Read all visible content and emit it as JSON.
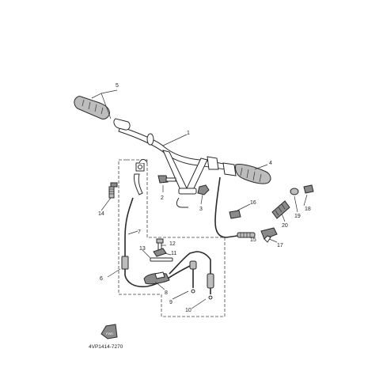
{
  "diagram_code": "4VP1414-7270",
  "badge_text": "FWD",
  "callouts": {
    "c1": "1",
    "c2": "2",
    "c3": "3",
    "c4": "4",
    "c5": "5",
    "c6": "6",
    "c7": "7",
    "c8": "8",
    "c9": "9",
    "c10": "10",
    "c11": "11",
    "c12": "12",
    "c13": "13",
    "c14": "14",
    "c15": "15",
    "c16": "16",
    "c17": "17",
    "c18": "18",
    "c19": "19",
    "c20": "20"
  }
}
